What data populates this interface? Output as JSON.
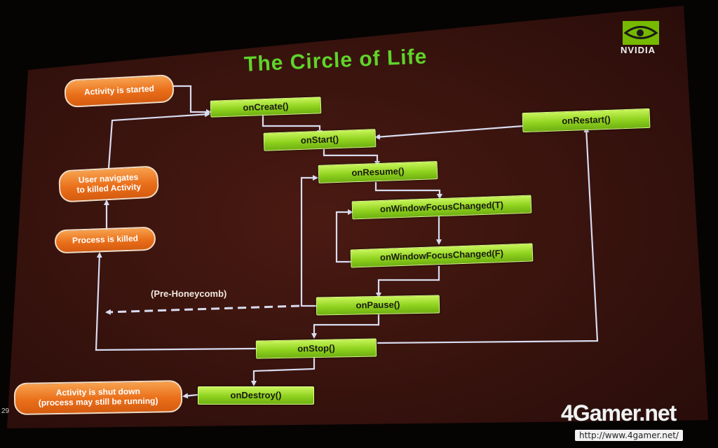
{
  "title": "The Circle of Life",
  "brand": "NVIDIA",
  "callbacks": {
    "onCreate": "onCreate()",
    "onStart": "onStart()",
    "onRestart": "onRestart()",
    "onResume": "onResume()",
    "focusTrue": "onWindowFocusChanged(T)",
    "focusFalse": "onWindowFocusChanged(F)",
    "onPause": "onPause()",
    "onStop": "onStop()",
    "onDestroy": "onDestroy()"
  },
  "states": {
    "started": "Activity is started",
    "navigates": "User navigates\nto killed Activity",
    "killed": "Process is killed",
    "shutdown": "Activity is shut down\n(process may still be running)"
  },
  "note": "(Pre-Honeycomb)",
  "page_number": "29",
  "watermark": "4Gamer.net",
  "watermark_url": "http://www.4gamer.net/",
  "colors": {
    "slide_bg": "#3a1410",
    "node_green": "#8fd21e",
    "pill_orange": "#ea6f1a",
    "title_green": "#5fd42a",
    "logo_green": "#76b900"
  }
}
